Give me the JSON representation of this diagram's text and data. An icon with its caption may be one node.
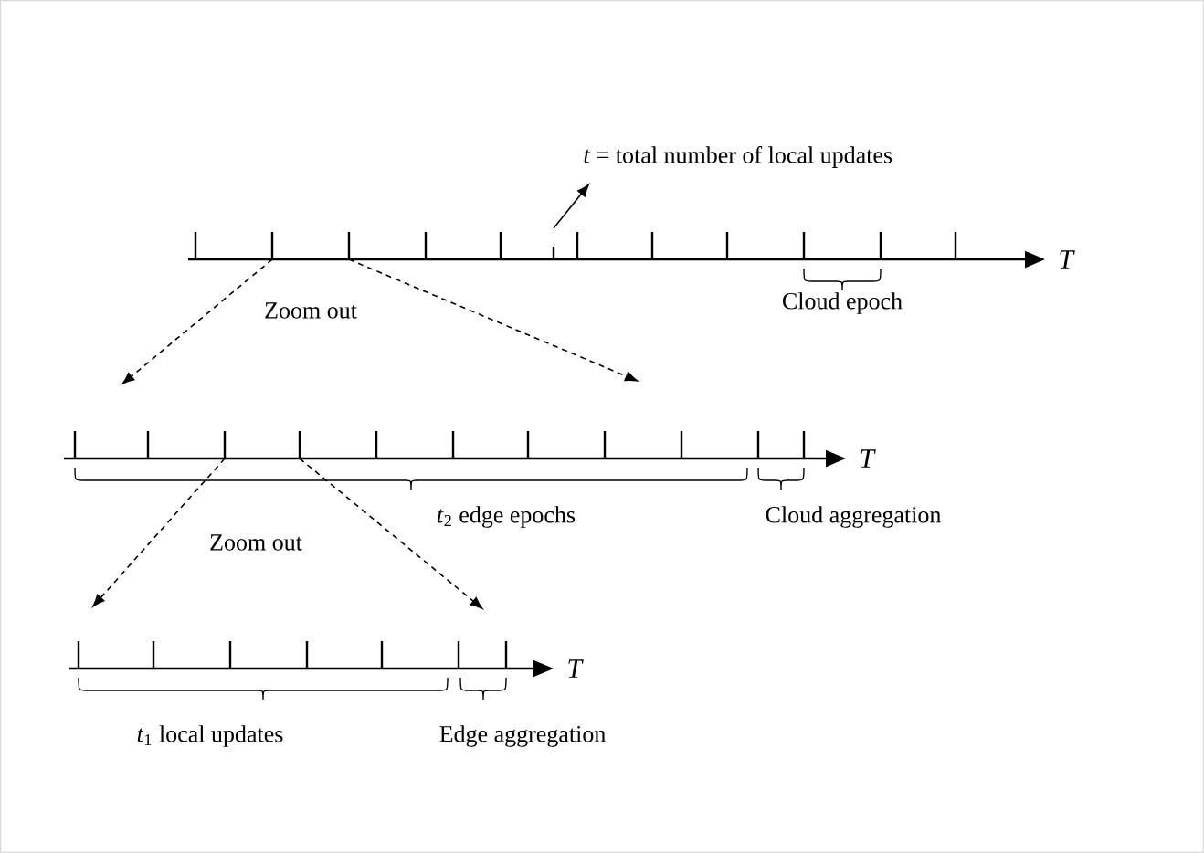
{
  "diagram": {
    "nodes": [
      {
        "text": [],
        "shape": "bar",
        "beside": [
          "T",
          "Cloud epoch"
        ]
      },
      {
        "text": [],
        "shape": "bar",
        "beside": [
          "T",
          "*t*$_{2}$ edge epochs",
          "Cloud aggregation"
        ]
      },
      {
        "text": [],
        "shape": "bar",
        "beside": [
          "T",
          "*t*$_{1}$ local updates",
          "Edge aggregation"
        ]
      },
      {
        "text": [
          "*t* = total number of local updates"
        ]
      }
    ],
    "edges": [
      {
        "from": 0,
        "to": 1,
        "arrow": "to",
        "style": "dashed"
      },
      {
        "from": 0,
        "to": 1,
        "arrow": "to",
        "style": "dashed"
      },
      {
        "from": 1,
        "to": 2,
        "arrow": "to",
        "style": "dashed"
      },
      {
        "from": 1,
        "to": 2,
        "arrow": "to",
        "style": "dashed"
      },
      {
        "from": 0,
        "to": 3,
        "arrow": "to"
      }
    ],
    "labels": [
      "Zoom out",
      "Zoom out"
    ]
  }
}
